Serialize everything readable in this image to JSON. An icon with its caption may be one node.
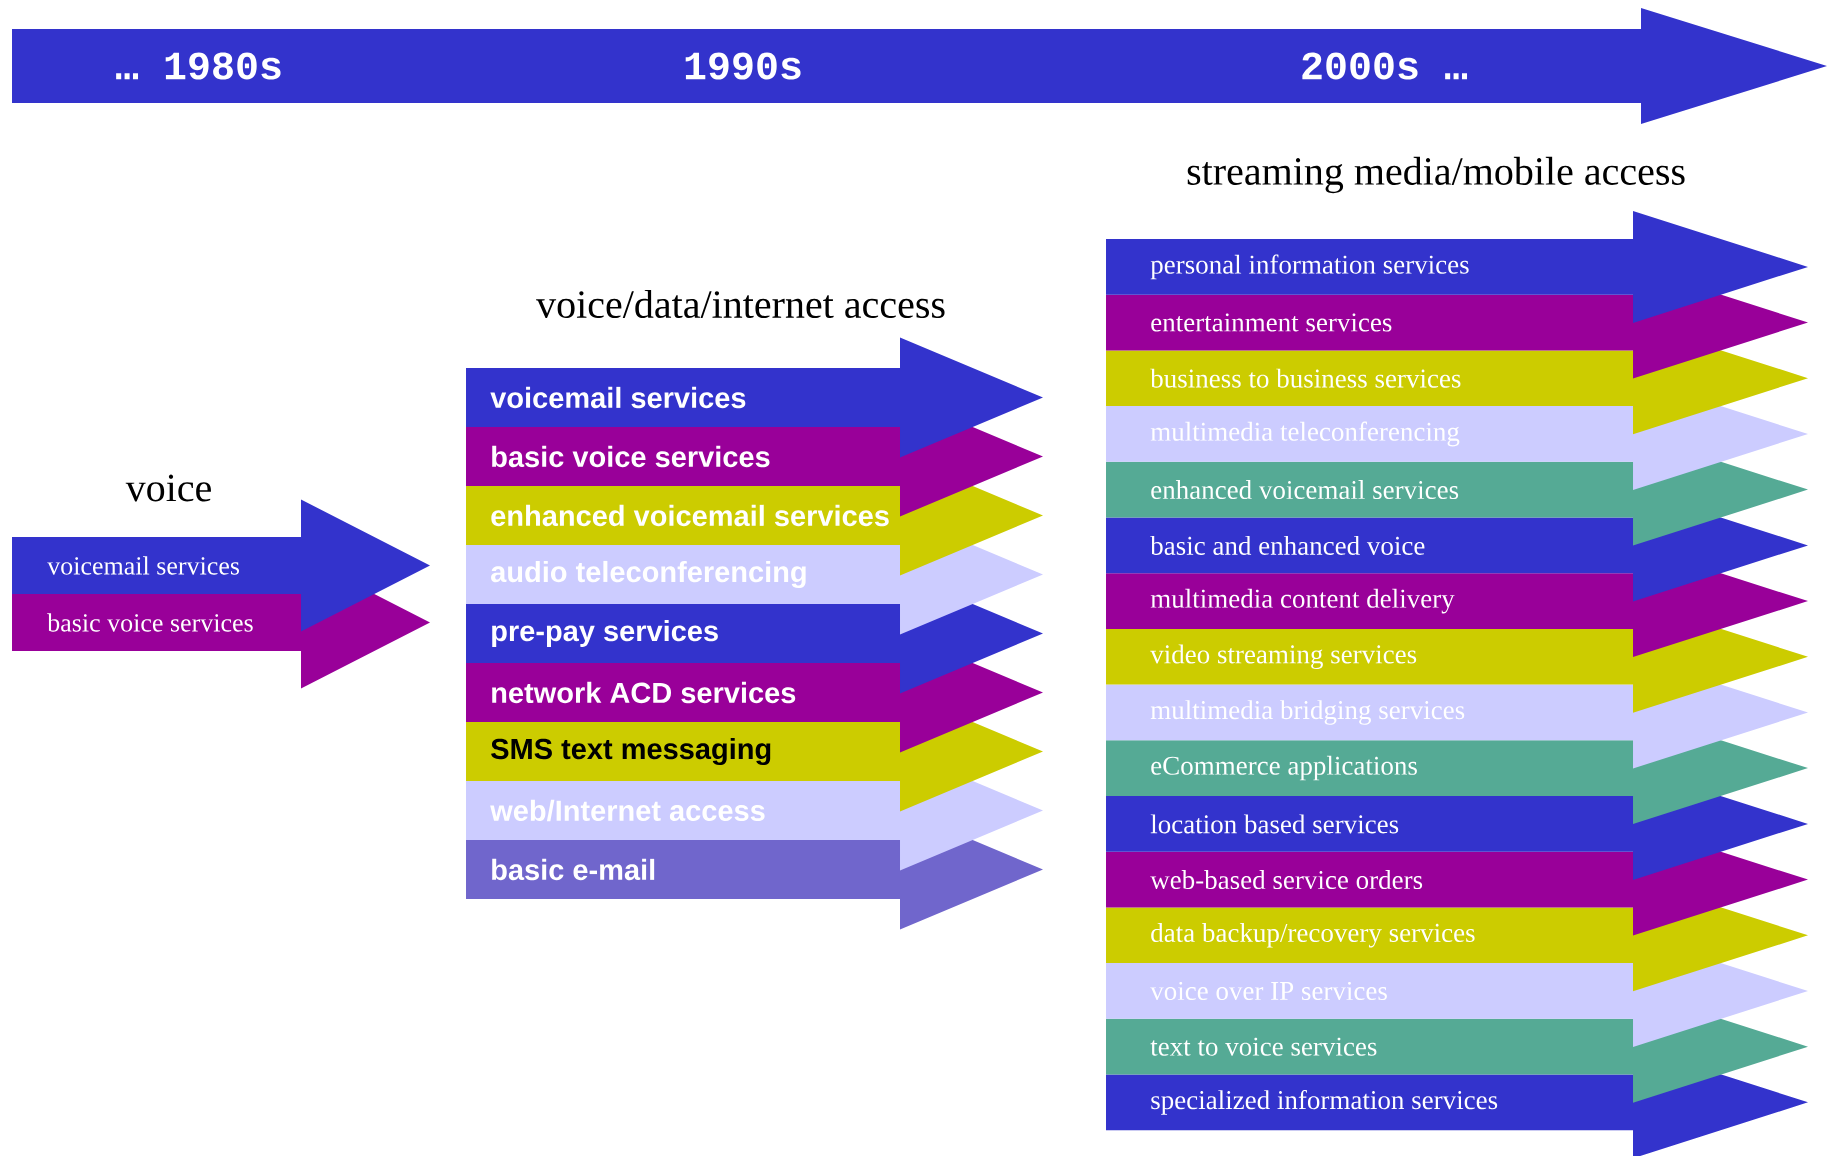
{
  "diagram": {
    "nodes": [
      {
        "text": [
          "… 1980s",
          "1990s",
          "2000s …"
        ]
      },
      {
        "text": [
          "voicemail services"
        ]
      },
      {
        "text": [
          "basic voice services"
        ]
      },
      {
        "text": [
          "voicemail services"
        ]
      },
      {
        "text": [
          "basic voice services"
        ]
      },
      {
        "text": [
          "enhanced voicemail services"
        ]
      },
      {
        "text": [
          "audio teleconferencing"
        ]
      },
      {
        "text": [
          "pre-pay services"
        ]
      },
      {
        "text": [
          "network ACD services"
        ]
      },
      {
        "text": [
          "SMS text messaging"
        ]
      },
      {
        "text": [
          "web/Internet access"
        ]
      },
      {
        "text": [
          "basic e-mail"
        ]
      },
      {
        "text": [
          "personal information services"
        ]
      },
      {
        "text": [
          "entertainment services"
        ]
      },
      {
        "text": [
          "business to business services"
        ]
      },
      {
        "text": [
          "multimedia teleconferencing"
        ]
      },
      {
        "text": [
          "enhanced voicemail services"
        ]
      },
      {
        "text": [
          "basic and enhanced voice"
        ]
      },
      {
        "text": [
          "multimedia content delivery"
        ]
      },
      {
        "text": [
          "video streaming services"
        ]
      },
      {
        "text": [
          "multimedia bridging services"
        ]
      },
      {
        "text": [
          "eCommerce applications"
        ]
      },
      {
        "text": [
          "location based services"
        ]
      },
      {
        "text": [
          "web-based service orders"
        ]
      },
      {
        "text": [
          "data backup/recovery services"
        ]
      },
      {
        "text": [
          "voice over IP services"
        ]
      },
      {
        "text": [
          "text to voice services"
        ]
      },
      {
        "text": [
          "specialized information services"
        ]
      }
    ],
    "labels": [
      "streaming media/mobile access",
      "voice/data/internet access",
      "voice"
    ]
  }
}
